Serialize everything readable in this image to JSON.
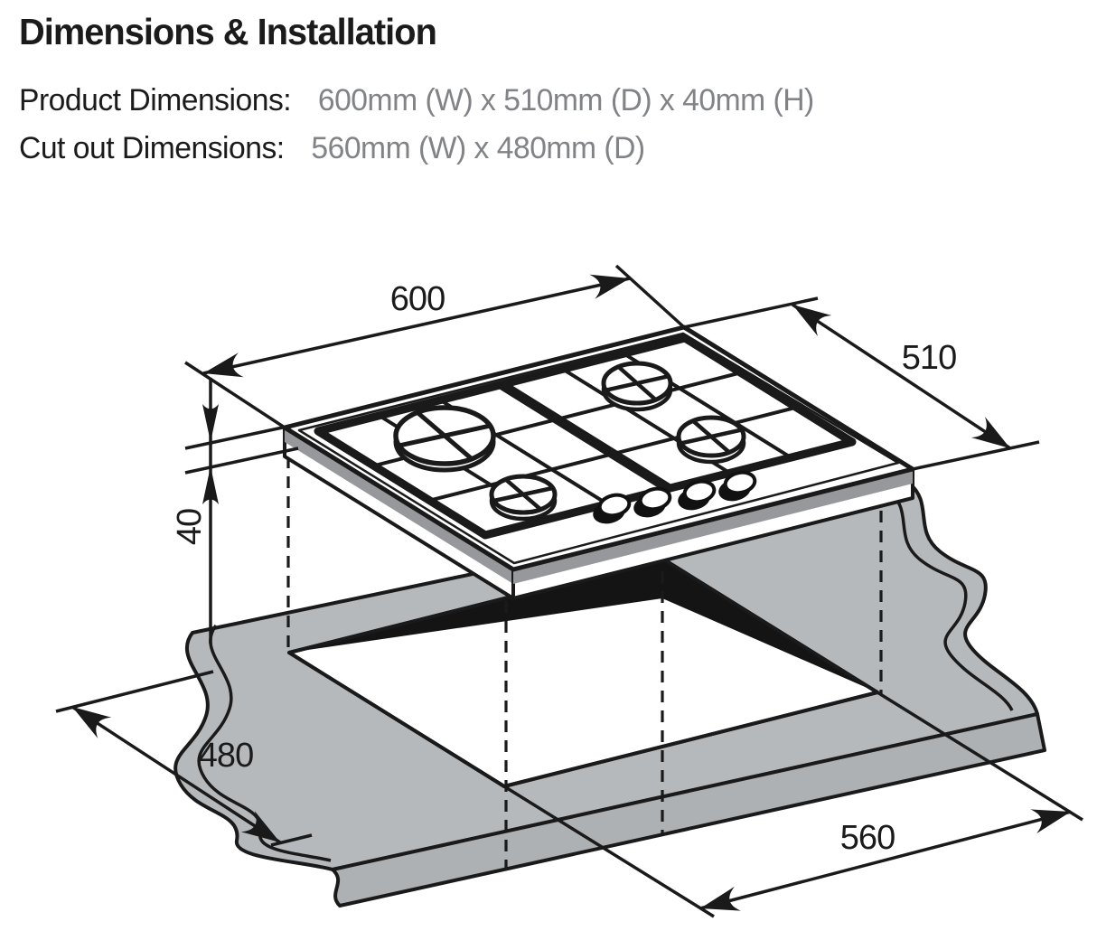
{
  "header": {
    "title": "Dimensions & Installation",
    "product_dimensions": {
      "label": "Product Dimensions:",
      "value": "600mm (W) x 510mm (D) x 40mm (H)"
    },
    "cutout_dimensions": {
      "label": "Cut out Dimensions:",
      "value": "560mm (W) x 480mm (D)"
    }
  },
  "diagram": {
    "description": "Isometric installation drawing of a 4-burner gas hob above a worktop cut-out",
    "dimension_labels": {
      "width": "600",
      "depth": "510",
      "height": "40",
      "cutout_depth": "480",
      "cutout_width": "560"
    },
    "colors": {
      "ink": "#1a1a1a",
      "worktop_top": "#b6b9bc",
      "worktop_front": "#aeb1b4",
      "cutout_wall": "#141414",
      "hob_edge_gray": "#96989b",
      "value_text_gray": "#818387"
    }
  }
}
